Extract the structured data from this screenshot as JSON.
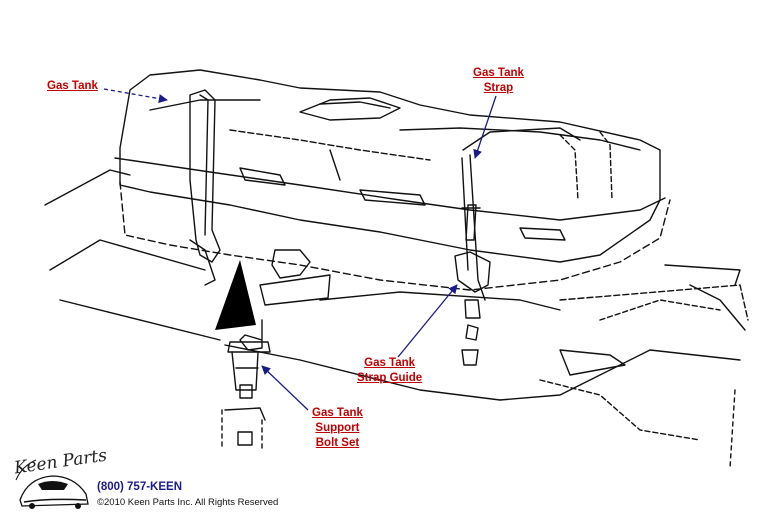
{
  "labels": {
    "gas_tank": "Gas Tank",
    "gas_tank_strap": {
      "line1": "Gas Tank",
      "line2": "Strap"
    },
    "strap_guide": {
      "line1": "Gas Tank",
      "line2": "Strap Guide"
    },
    "support_bolt_set": {
      "line1": "Gas Tank",
      "line2": "Support",
      "line3": "Bolt Set"
    }
  },
  "footer": {
    "brand": "Keen Parts",
    "phone": "(800) 757-KEEN",
    "copyright": "©2010 Keen Parts Inc. All Rights Reserved"
  },
  "colors": {
    "label": "#c00000",
    "leader": "#1a1a8c",
    "drawing": "#111111"
  }
}
